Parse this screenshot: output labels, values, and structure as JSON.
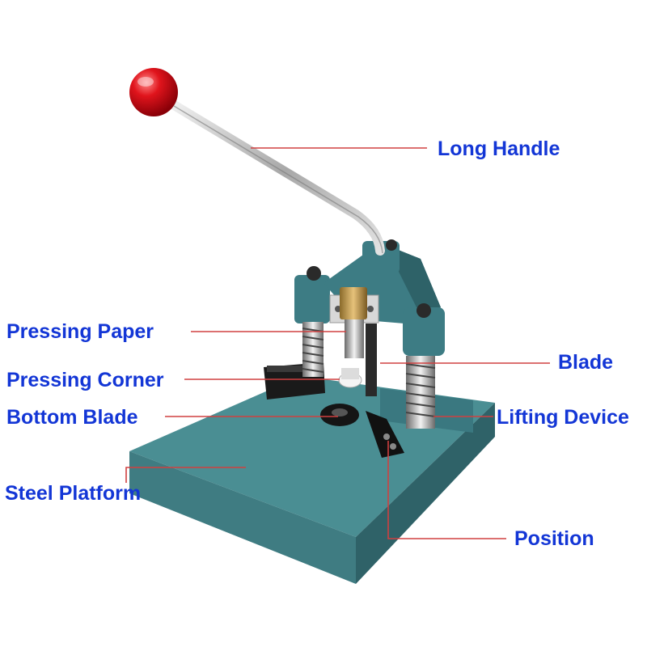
{
  "labels": {
    "long_handle": "Long Handle",
    "pressing_paper": "Pressing Paper",
    "blade": "Blade",
    "pressing_corner": "Pressing Corner",
    "bottom_blade": "Bottom Blade",
    "lifting_device": "Lifting Device",
    "steel_platform": "Steel Platform",
    "position": "Position"
  },
  "colors": {
    "label_text": "#1336d6",
    "leader_line": "#d04040",
    "machine_body": "#3d7c84",
    "platform_top": "#4a8e93",
    "knob": "#e0141c",
    "handle": "#c8c8c8"
  }
}
